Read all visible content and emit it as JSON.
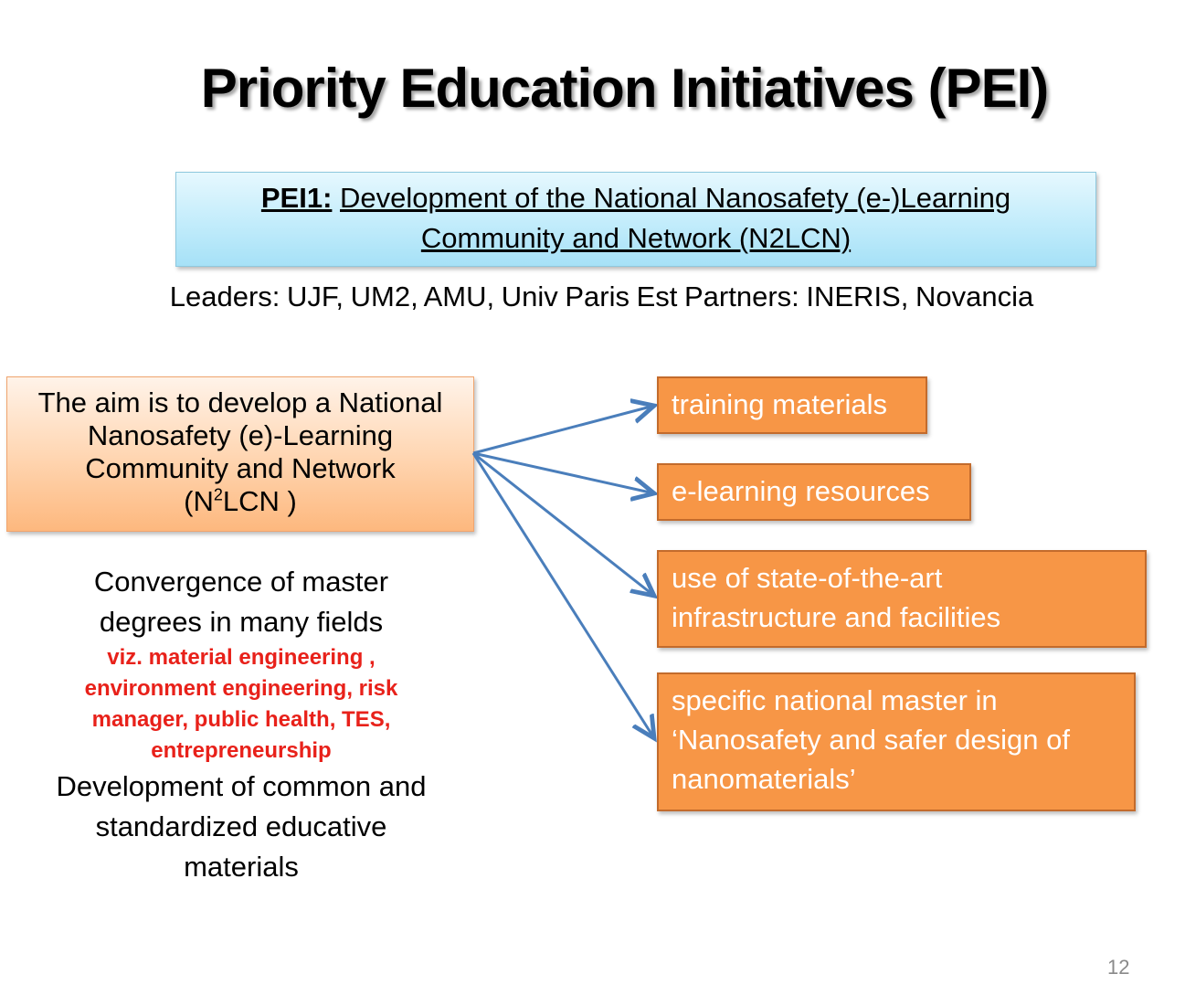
{
  "title": "Priority Education Initiatives (PEI)",
  "pei": {
    "label": "PEI1:",
    "text_line1": "Development of the National Nanosafety (e-)Learning",
    "text_line2": "Community and Network (N2LCN)"
  },
  "leaders": "Leaders: UJF, UM2, AMU, Univ Paris Est  Partners:  INERIS, Novancia",
  "aim": {
    "line1": "The aim is to develop a National",
    "line2": "Nanosafety (e)-Learning",
    "line3": "Community and Network",
    "line4_prefix": "(N",
    "line4_sup": "2",
    "line4_suffix": "LCN )"
  },
  "convergence": {
    "line1": "Convergence of master",
    "line2": "degrees in many fields",
    "red1": "viz. material engineering ,",
    "red2": "environment engineering, risk",
    "red3": "manager, public health, TES,",
    "red4": "entrepreneurship",
    "dev1": "Development of common and",
    "dev2": "standardized educative",
    "dev3": "materials"
  },
  "outcomes": {
    "training": "training materials",
    "elearning": "e-learning resources",
    "infra_line1": "use of state-of-the-art",
    "infra_line2": "infrastructure and facilities",
    "master_line1": "specific national master in",
    "master_line2": "‘Nanosafety and safer design of",
    "master_line3": "nanomaterials’"
  },
  "colors": {
    "outcome_fill": "#f79646",
    "outcome_border": "#c36b2c",
    "arrow": "#4a7ebb",
    "red_text": "#e8211a",
    "pei_box": "#c2ecfb",
    "aim_box": "#ffd7b4"
  },
  "page_number": "12"
}
